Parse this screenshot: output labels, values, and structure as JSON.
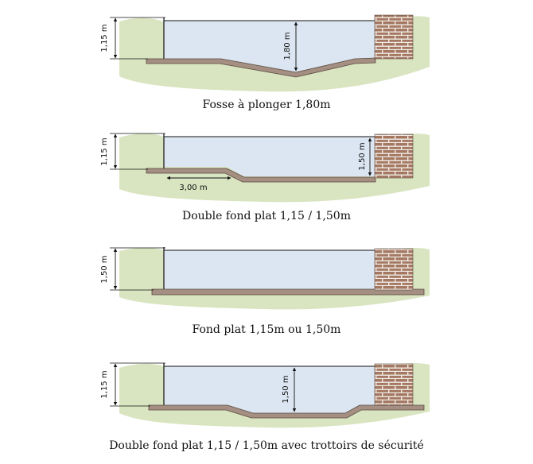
{
  "diagrams": [
    {
      "caption": "Fosse à plonger 1,80m",
      "left_dimension": "1,15 m",
      "depth_dimension": "1,80 m"
    },
    {
      "caption": "Double fond plat 1,15 / 1,50m",
      "left_dimension": "1,15 m",
      "depth_dimension": "1,50 m",
      "length_dimension": "3,00 m"
    },
    {
      "caption": "Fond plat 1,15m ou 1,50m",
      "left_dimension": "1,50 m"
    },
    {
      "caption": "Double fond plat 1,15 / 1,50m avec trottoirs de sécurité",
      "left_dimension": "1,15 m",
      "depth_dimension": "1,50 m"
    }
  ],
  "colors": {
    "ground": "#d9e4c0",
    "water": "#dbe6f2",
    "floor": "#a48f82",
    "floor_edge": "#5a4a40",
    "brick": "#a47862",
    "mortar": "#f1ece6",
    "line": "#111111"
  }
}
